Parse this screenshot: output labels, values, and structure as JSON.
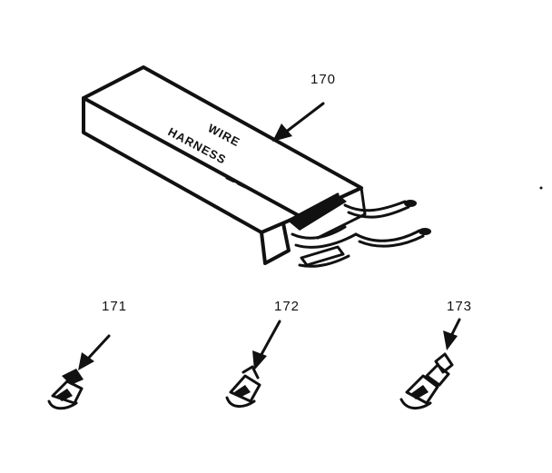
{
  "colors": {
    "background": "#ffffff",
    "ink": "#111111"
  },
  "parts": {
    "wire_harness": {
      "callout": "170",
      "print_line_1": "WIRE",
      "print_line_2": "HARNESS"
    },
    "terminal_a": {
      "callout": "171"
    },
    "terminal_b": {
      "callout": "172"
    },
    "terminal_c": {
      "callout": "173"
    }
  }
}
